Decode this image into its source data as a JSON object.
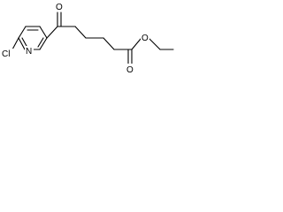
{
  "molecule": {
    "atoms": {
      "chlorine": "Cl",
      "ring_nitrogen": "N",
      "ketone_oxygen": "O",
      "ester_carbonyl_oxygen": "O",
      "ester_ether_oxygen": "O"
    }
  }
}
